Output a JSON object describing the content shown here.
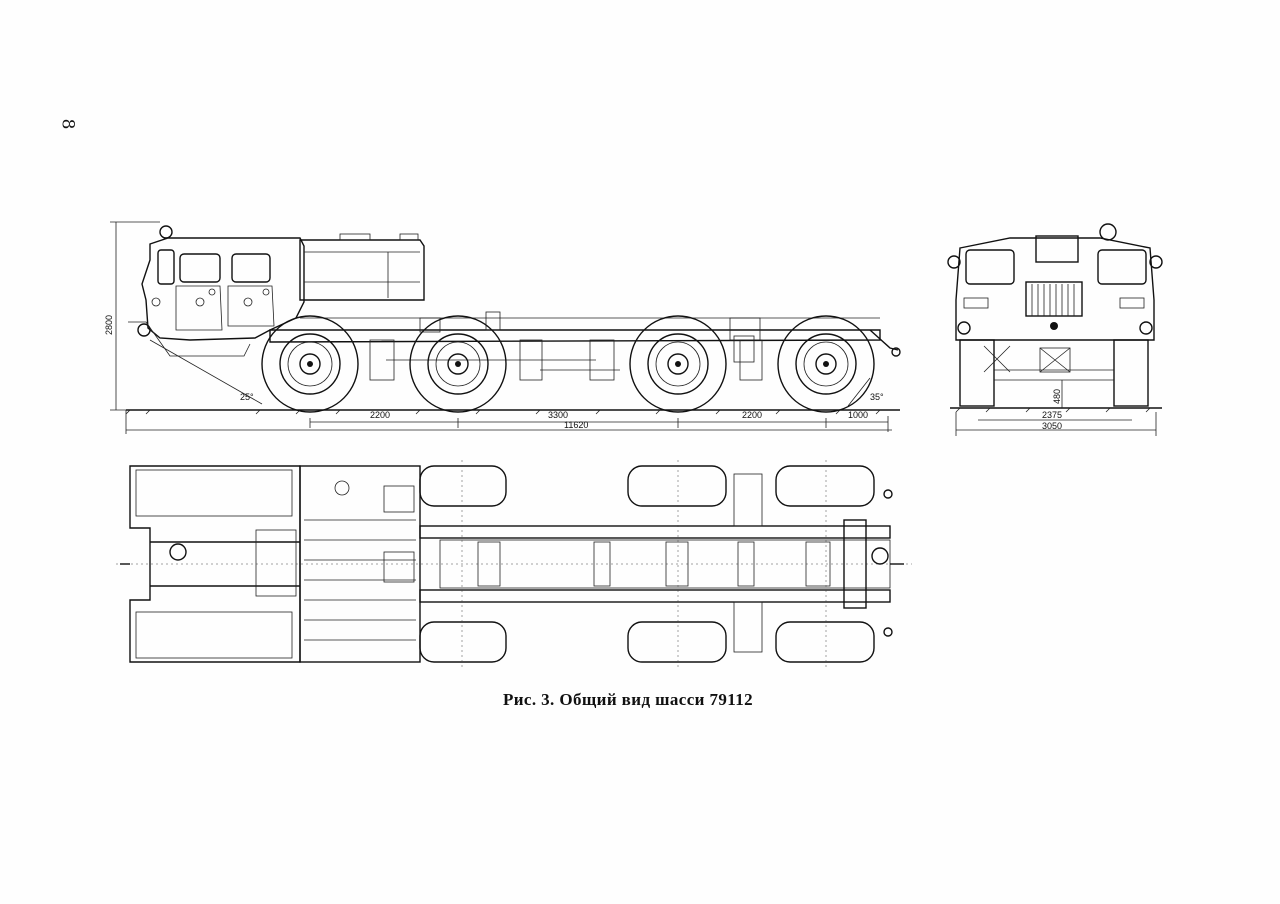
{
  "page": {
    "number": "8"
  },
  "caption": {
    "text": "Рис. 3. Общий вид шасси 79112"
  },
  "dimensions": {
    "height_total": "2800",
    "approach_angle": "25°",
    "departure_angle": "35°",
    "wheelbase_1": "2200",
    "wheelbase_2": "3300",
    "wheelbase_3": "2200",
    "rear_overhang": "1000",
    "length_total": "11620",
    "track": "2375",
    "width_total": "3050",
    "ground_clearance": "480"
  },
  "views": {
    "side": "side-view",
    "front": "front-view",
    "top": "top-view"
  }
}
